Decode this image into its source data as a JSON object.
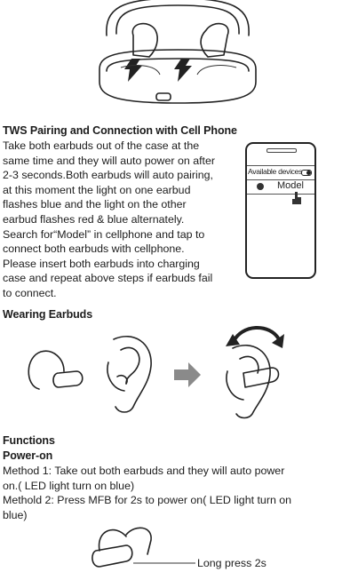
{
  "pairing": {
    "title": "TWS Pairing and Connection with Cell Phone",
    "lines": [
      "Take both earbuds out of the case at the",
      "same time and they will auto power on after",
      "2-3 seconds.Both earbuds will auto pairing,",
      "at this moment the light on one earbud",
      "flashes blue and the light on the other",
      "earbud flashes red & blue alternately.",
      "Search for“Model” in cellphone and tap to",
      "connect both earbuds with cellphone.",
      "Please insert both earbuds into charging",
      "case and repeat above steps if earbuds fail",
      "to connect."
    ],
    "phone": {
      "header": "Available devices",
      "device": "Model"
    }
  },
  "wearing": {
    "title": "Wearing Earbuds"
  },
  "functions": {
    "title": "Functions",
    "subtitle": "Power-on",
    "lines": [
      "Method 1: Take out both earbuds and they will auto power",
      "on.( LED light turn on blue)",
      "Methold 2: Press MFB for 2s to power on( LED light turn on",
      "blue)"
    ],
    "callout": "Long press 2s"
  }
}
